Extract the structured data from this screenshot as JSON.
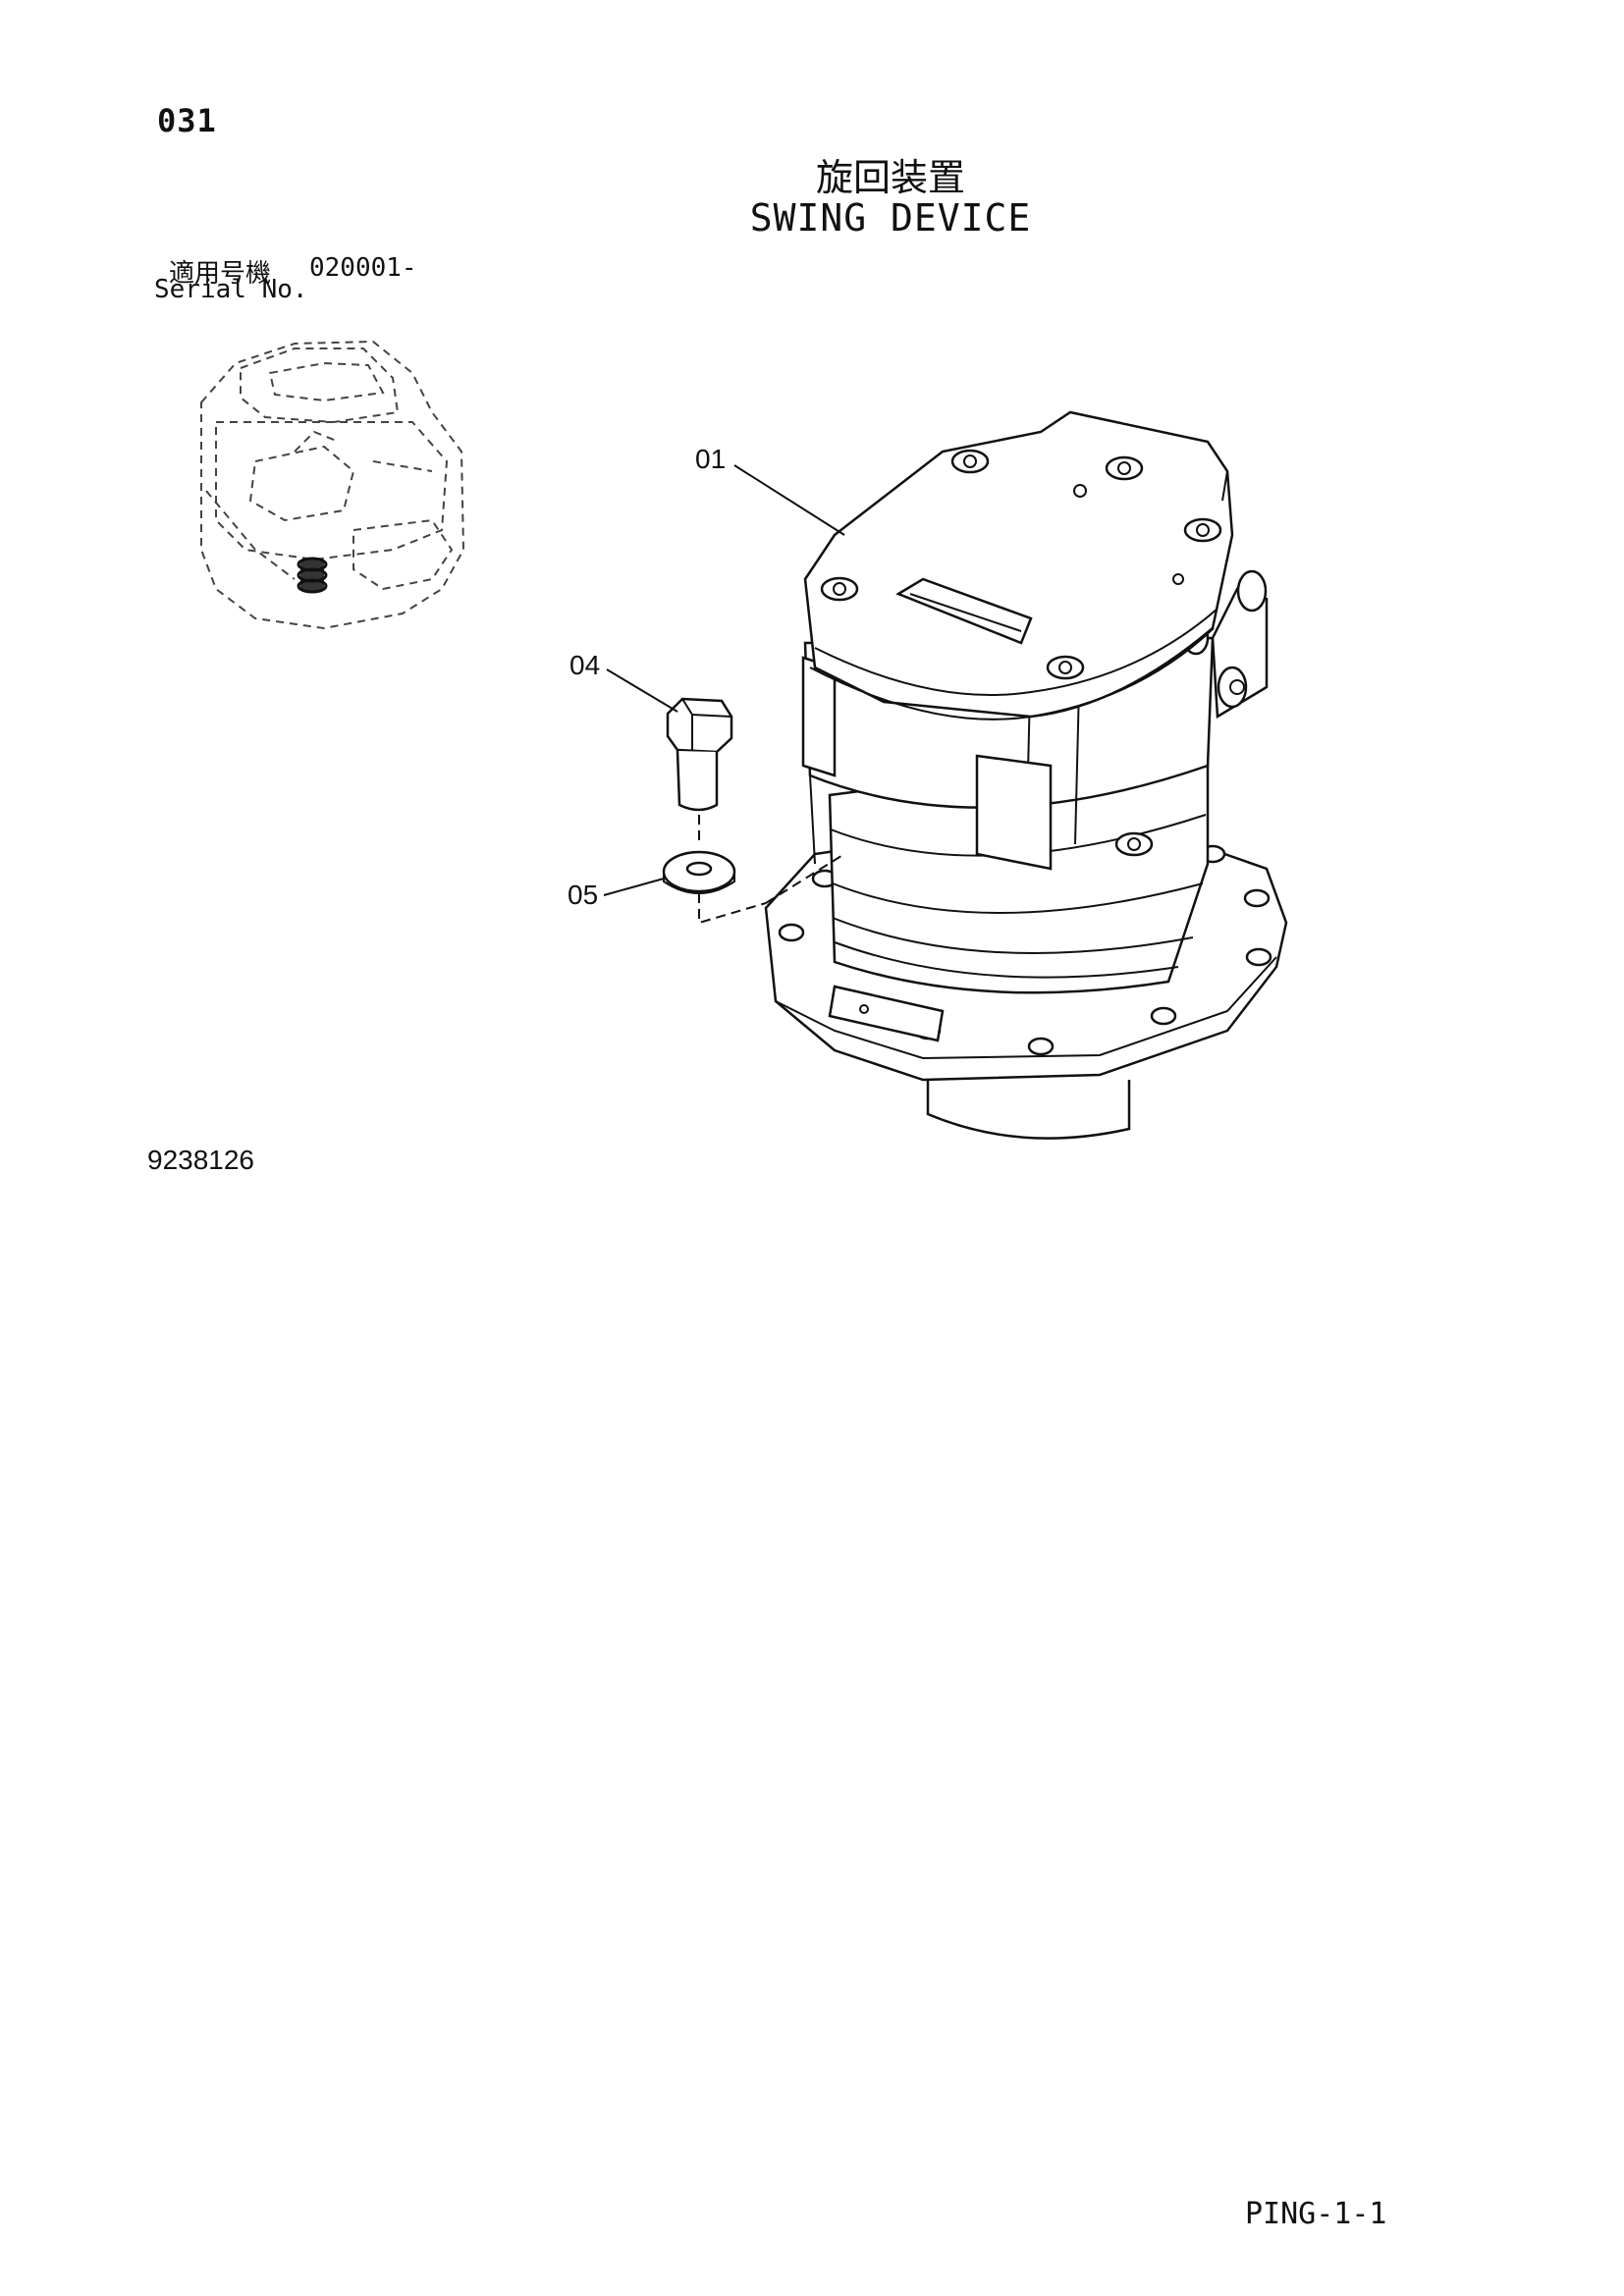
{
  "header": {
    "page_number": "031",
    "title_jp": "旋回装置",
    "title_en": "SWING DEVICE"
  },
  "serial": {
    "label_jp": "適用号機",
    "range": "020001-",
    "label_en": "Serial No."
  },
  "callouts": [
    "01",
    "04",
    "05"
  ],
  "drawing_number": "9238126",
  "page_code": "PING-1-1"
}
